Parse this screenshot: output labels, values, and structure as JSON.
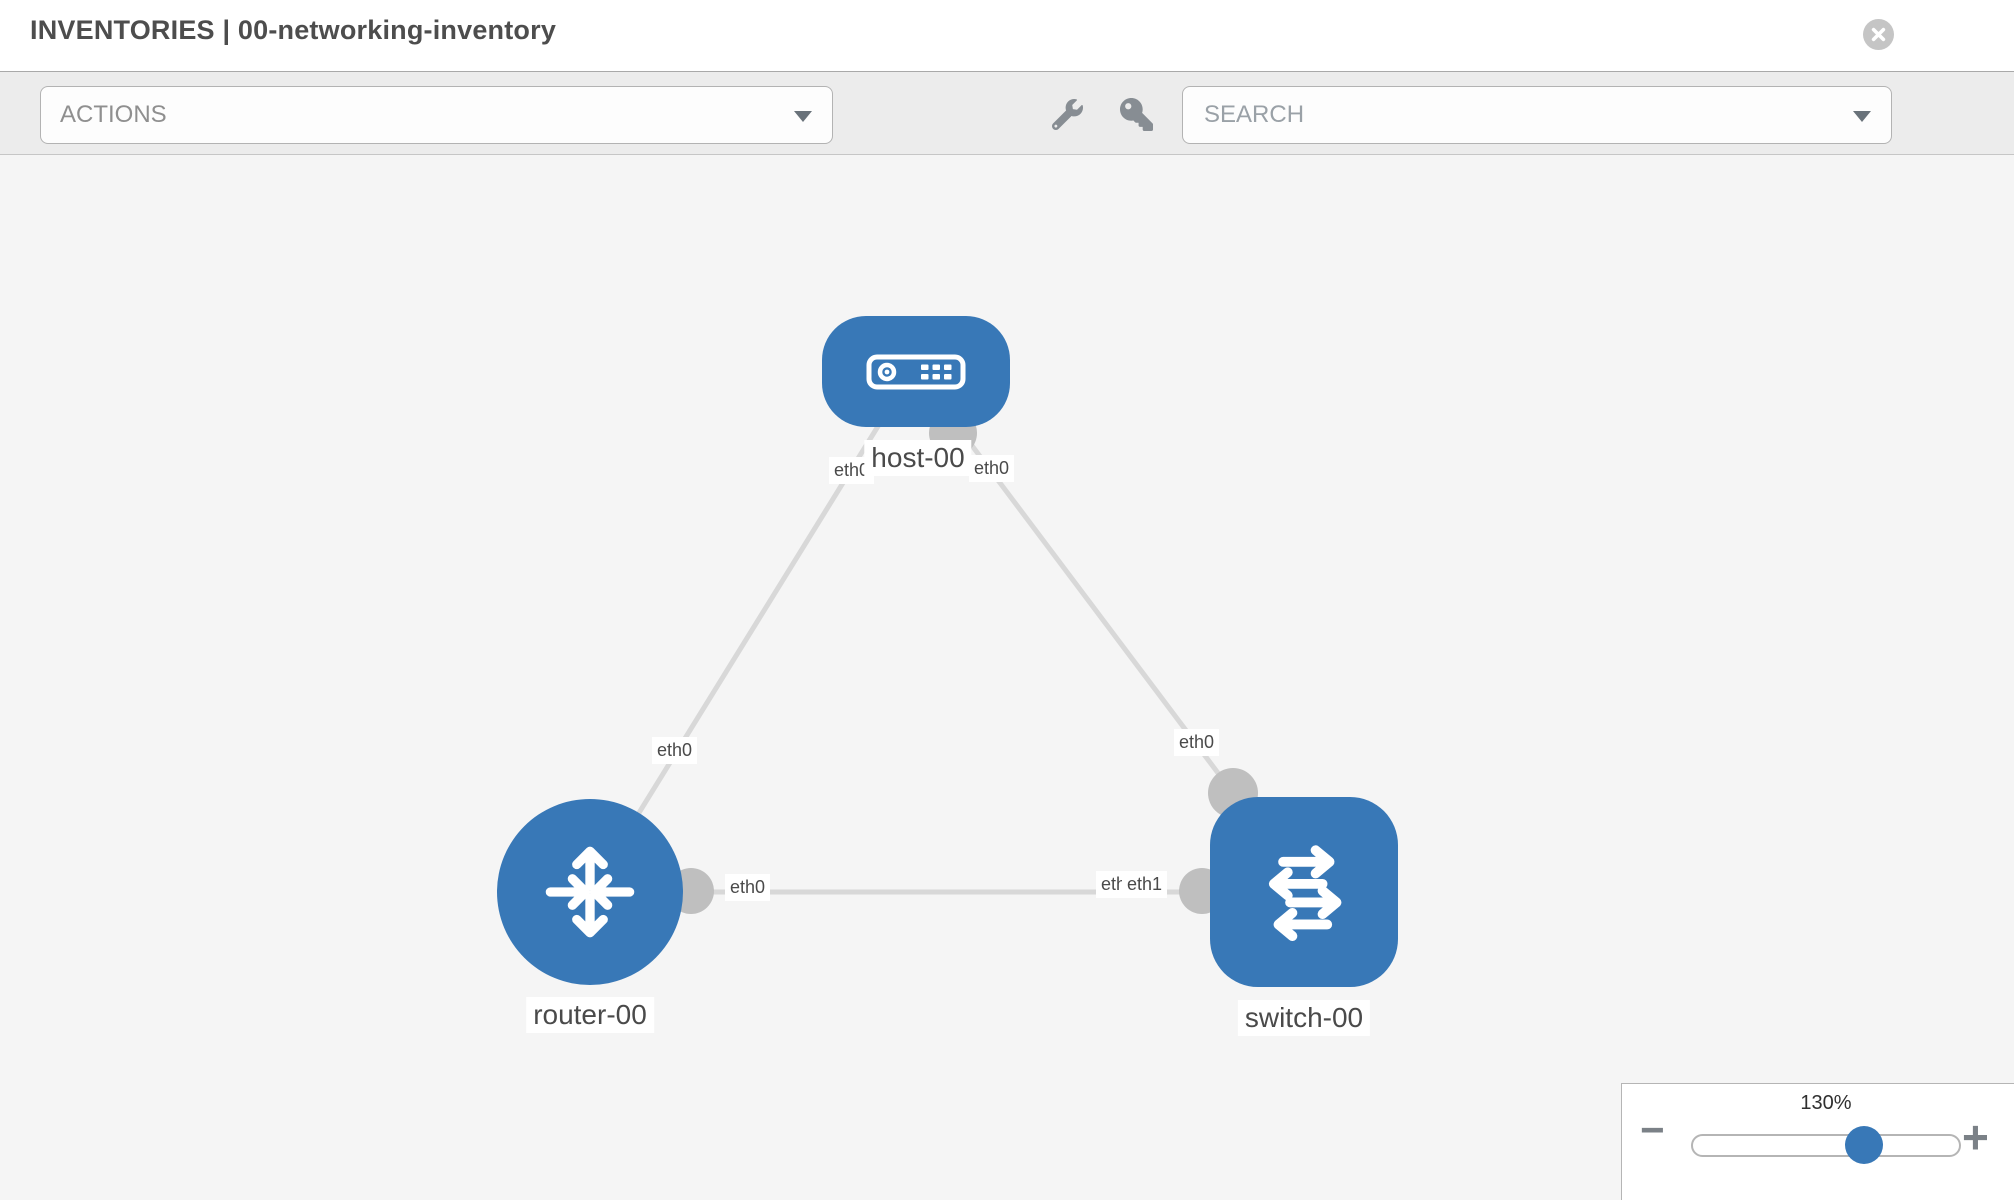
{
  "header": {
    "title": "INVENTORIES | 00-networking-inventory"
  },
  "toolbar": {
    "actions_label": "ACTIONS",
    "search_placeholder": "SEARCH"
  },
  "topology": {
    "nodes": [
      {
        "label": "host-00",
        "type": "host"
      },
      {
        "label": "router-00",
        "type": "router"
      },
      {
        "label": "switch-00",
        "type": "switch"
      }
    ],
    "interfaces": [
      {
        "text": "eth0"
      },
      {
        "text": "eth0"
      },
      {
        "text": "eth0"
      },
      {
        "text": "eth0"
      },
      {
        "text": "eth0"
      },
      {
        "text": "eth0"
      },
      {
        "text": "eth1"
      }
    ],
    "links": [
      {
        "from": "host-00",
        "from_if": "eth0",
        "to": "router-00",
        "to_if": "eth0"
      },
      {
        "from": "host-00",
        "from_if": "eth0",
        "to": "switch-00",
        "to_if": "eth0"
      },
      {
        "from": "router-00",
        "from_if": "eth0",
        "to": "switch-00",
        "to_if": "eth1"
      }
    ]
  },
  "zoom_control": {
    "level": "130%",
    "minus_label": "−",
    "plus_label": "+"
  },
  "colors": {
    "node_blue": "#3878b7",
    "edge_gray": "#d8d8d8",
    "port_gray": "#bfbfbf",
    "canvas_bg": "#f5f5f5",
    "toolbar_bg": "#ececec"
  }
}
